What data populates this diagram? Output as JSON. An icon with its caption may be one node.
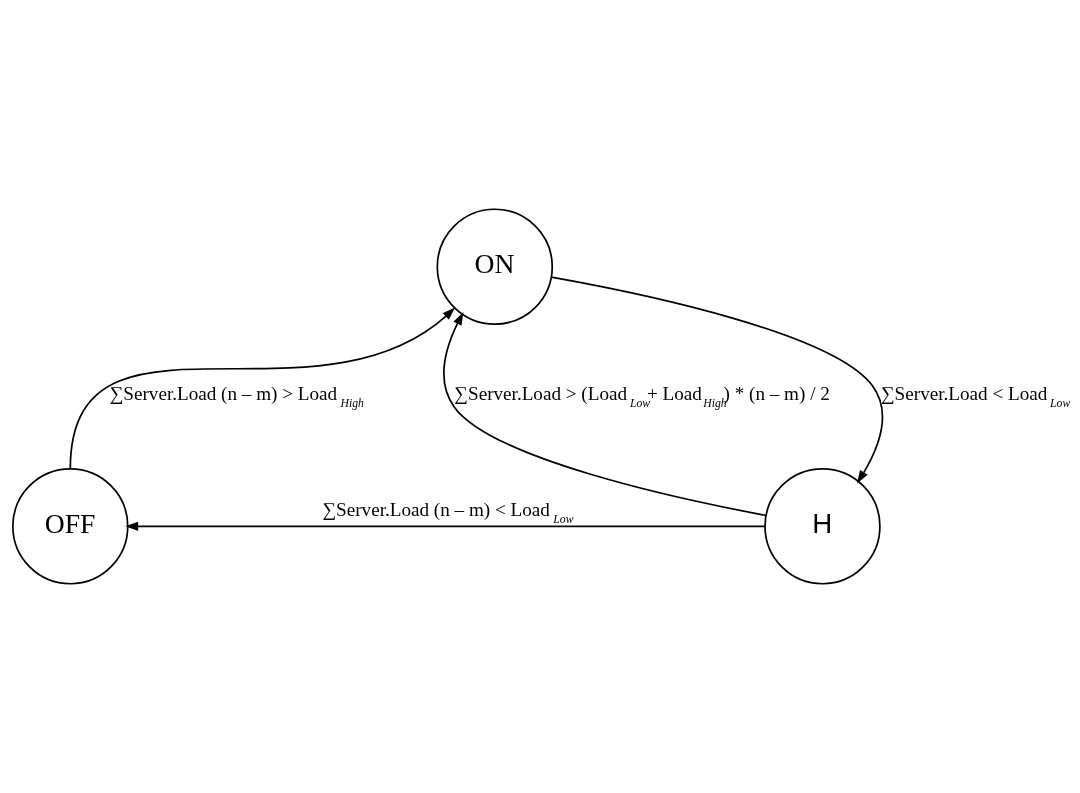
{
  "diagram": {
    "nodes": [
      {
        "text": [
          "ON"
        ]
      },
      {
        "text": [
          "H"
        ]
      },
      {
        "text": [
          "OFF"
        ]
      }
    ],
    "edges": [
      {
        "from": 2,
        "to": 0,
        "arrow": "to",
        "label": "∑Server.Load (n – m) > Load$_{High}$"
      },
      {
        "from": 0,
        "to": 1,
        "arrow": "to",
        "label": "∑Server.Load < Load$_{Low}$"
      },
      {
        "from": 1,
        "to": 0,
        "arrow": "to",
        "label": "∑Server.Load > (Load$_{Low}$+ Load$_{High}$) * (n – m) / 2"
      },
      {
        "from": 1,
        "to": 2,
        "arrow": "to",
        "label": "∑Server.Load (n – m) < Load$_{Low}$"
      }
    ]
  }
}
